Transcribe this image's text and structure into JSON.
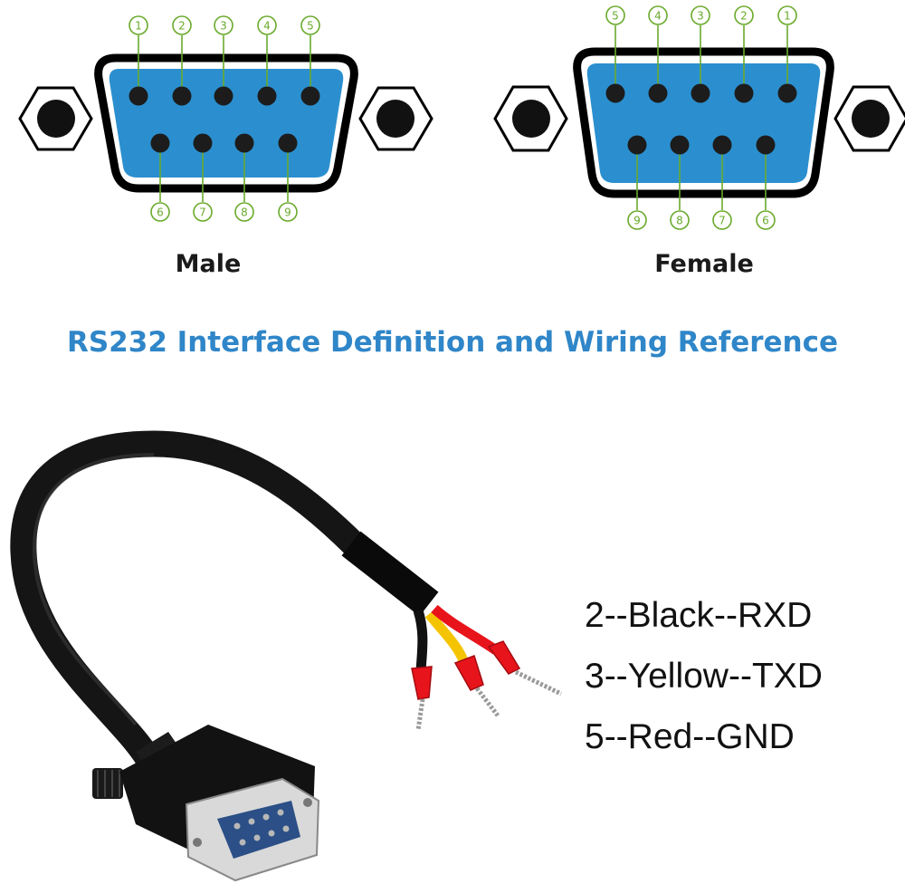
{
  "title": "RS232 Interface Definition and Wiring Reference",
  "connectors": {
    "male": {
      "label": "Male",
      "top_pins": [
        "1",
        "2",
        "3",
        "4",
        "5"
      ],
      "bottom_pins": [
        "6",
        "7",
        "8",
        "9"
      ]
    },
    "female": {
      "label": "Female",
      "top_pins": [
        "5",
        "4",
        "3",
        "2",
        "1"
      ],
      "bottom_pins": [
        "9",
        "8",
        "7",
        "6"
      ]
    }
  },
  "wiring": [
    {
      "text": "2--Black--RXD",
      "color": "#1a1a1a"
    },
    {
      "text": "3--Yellow--TXD",
      "color": "#f5c400"
    },
    {
      "text": "5--Red--GND",
      "color": "#e8141c"
    }
  ],
  "colors": {
    "connector_face": "#2b8fcf",
    "pin_label": "#6aaa2c",
    "title": "#2f86c8",
    "ferrule": "#e8141c"
  }
}
